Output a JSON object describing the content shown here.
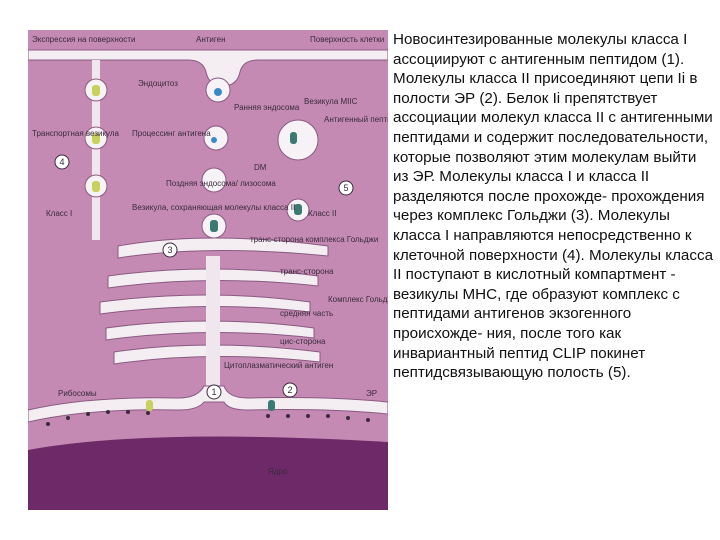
{
  "diagram": {
    "labels": {
      "surface_expression": "Экспрессия на поверхности",
      "antigen": "Антиген",
      "cell_surface": "Поверхность клетки",
      "endocytosis": "Эндоцитоз",
      "early_endosome": "Ранняя эндосома",
      "miic_vesicle": "Везикула MIIC",
      "transport_vesicle": "Транспортная везикула",
      "antigen_processing": "Процессинг антигена",
      "antigenic_peptide": "Антигенный пептид занимает место Ii в ассоциации с молекулой МНС",
      "late_endosome": "Поздняя эндосома/ лизосома",
      "dm": "DM",
      "class1": "Класс I",
      "vesicle_class2": "Везикула, сохраняющая молекулы класса II",
      "class2": "Класс II",
      "trans_golgi_network": "транс-сторона комплекса Гольджи",
      "trans_side": "транс-сторона",
      "golgi_complex": "Комплекс Гольджи",
      "medial": "средняя часть",
      "cis_side": "цис-сторона",
      "cytoplasmic_antigen": "Цитоплазматический антиген",
      "ribosomes": "Рибосомы",
      "er": "ЭР",
      "nucleus": "Ядро"
    },
    "step_numbers": [
      "1",
      "2",
      "3",
      "4",
      "5"
    ],
    "colors": {
      "cytoplasm": "#c48ab4",
      "membrane": "#f0e8ee",
      "nucleus": "#6e2a68",
      "organelle_lumen": "#f7f2f6",
      "mhc_class1": "#c8d060",
      "mhc_class2": "#3a7a72",
      "antigen": "#3a8ac8"
    }
  },
  "caption": "Новосинтезированные молекулы класса I ассоциируют с антигенным пептидом (1). Молекулы класса II присоединяют цепи Ii в полости ЭР (2). Белок Ii препятствует ассоциации молекул класса II с антигенными пептидами и содержит последовательности, которые позволяют этим молекулам выйти из ЭР. Молекулы класса I и класса II разделяются после прохожде- прохождения через комплекс Гольджи (3). Молекулы класса I направляются непосредственно к клеточной поверхности (4). Молекулы класса II поступают в кислотный компартмент - везикулы МНС, где образуют комплекс с пептидами антигенов экзогенного происхожде- ния, после того как инвариантный пептид CLIP покинет пептидсвязывающую полость (5)."
}
